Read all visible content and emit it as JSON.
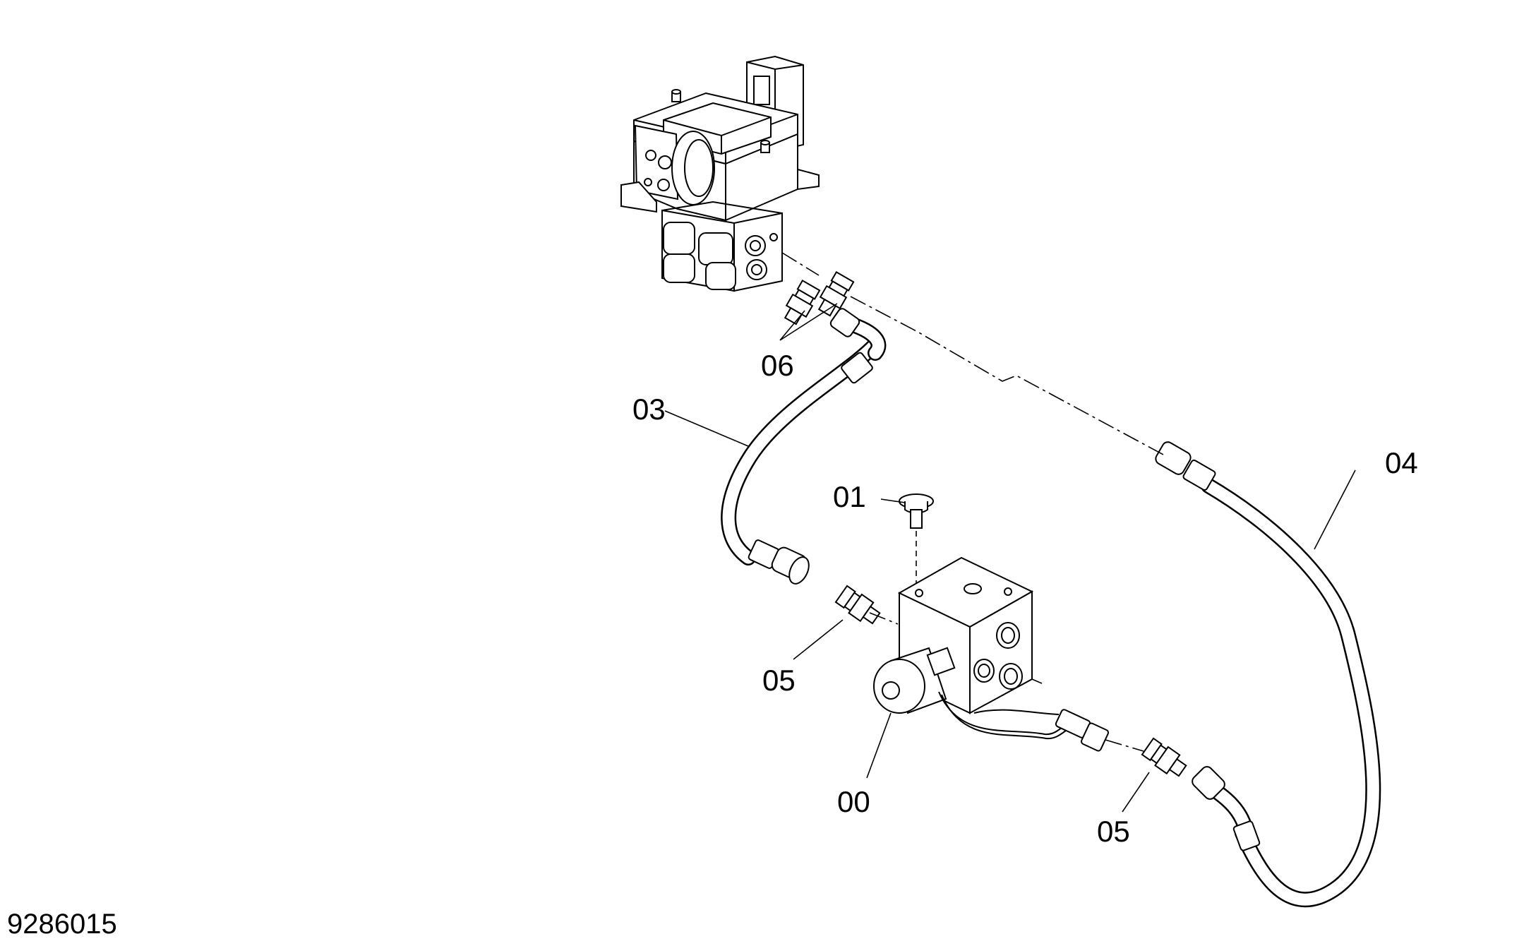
{
  "drawing_number": "9286015",
  "callouts": {
    "c00": "00",
    "c01": "01",
    "c03": "03",
    "c04": "04",
    "c05a": "05",
    "c05b": "05",
    "c06": "06"
  }
}
